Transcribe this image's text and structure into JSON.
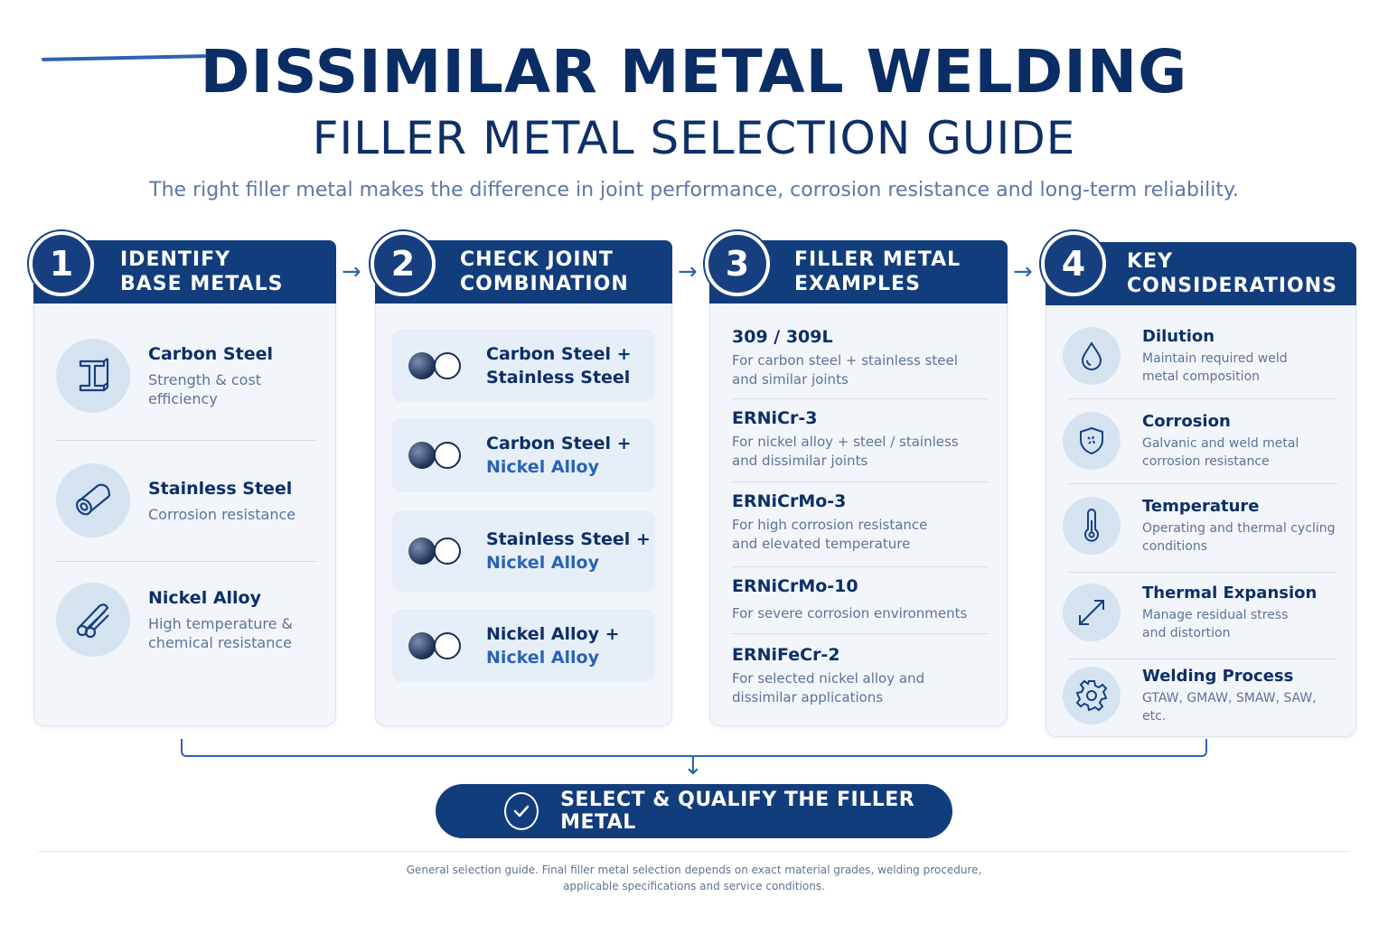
{
  "header": {
    "title": "DISSIMILAR METAL WELDING",
    "subtitle": "FILLER METAL SELECTION GUIDE",
    "tagline": "The right filler metal makes the difference in joint performance, corrosion resistance and long-term reliability."
  },
  "steps": [
    {
      "number": "1",
      "title_line1": "IDENTIFY",
      "title_line2": "BASE METALS"
    },
    {
      "number": "2",
      "title_line1": "CHECK JOINT",
      "title_line2": "COMBINATION"
    },
    {
      "number": "3",
      "title_line1": "FILLER METAL",
      "title_line2": "EXAMPLES"
    },
    {
      "number": "4",
      "title_line1": "KEY CONSIDERATIONS",
      "title_line2": ""
    }
  ],
  "base_metals": [
    {
      "name": "Carbon Steel",
      "desc1": "Strength & cost efficiency",
      "desc2": "",
      "icon": "i-beam-icon"
    },
    {
      "name": "Stainless Steel",
      "desc1": "Corrosion resistance",
      "desc2": "",
      "icon": "pipe-icon"
    },
    {
      "name": "Nickel Alloy",
      "desc1": "High temperature &",
      "desc2": "chemical resistance",
      "icon": "rods-icon"
    }
  ],
  "combinations": [
    {
      "line1": "Carbon Steel +",
      "line2": "Stainless Steel"
    },
    {
      "line1": "Carbon Steel +",
      "line2": "Nickel Alloy"
    },
    {
      "line1": "Stainless Steel +",
      "line2": "Nickel Alloy"
    },
    {
      "line1": "Nickel Alloy +",
      "line2": "Nickel Alloy"
    }
  ],
  "filler_metals": [
    {
      "name": "309 / 309L",
      "desc1": "For carbon steel + stainless steel",
      "desc2": "and similar joints"
    },
    {
      "name": "ERNiCr-3",
      "desc1": "For nickel alloy + steel / stainless",
      "desc2": "and dissimilar joints"
    },
    {
      "name": "ERNiCrMo-3",
      "desc1": "For high corrosion resistance",
      "desc2": "and elevated temperature"
    },
    {
      "name": "ERNiCrMo-10",
      "desc1": "For severe corrosion environments",
      "desc2": ""
    },
    {
      "name": "ERNiFeCr-2",
      "desc1": "For selected nickel alloy and",
      "desc2": "dissimilar applications"
    }
  ],
  "considerations": [
    {
      "name": "Dilution",
      "desc1": "Maintain required weld",
      "desc2": "metal composition",
      "icon": "droplet-icon"
    },
    {
      "name": "Corrosion",
      "desc1": "Galvanic and weld metal",
      "desc2": "corrosion resistance",
      "icon": "shield-icon"
    },
    {
      "name": "Temperature",
      "desc1": "Operating and thermal cycling",
      "desc2": "conditions",
      "icon": "thermometer-icon"
    },
    {
      "name": "Thermal Expansion",
      "desc1": "Manage residual stress",
      "desc2": "and distortion",
      "icon": "expand-arrows-icon"
    },
    {
      "name": "Welding Process",
      "desc1": "GTAW, GMAW, SMAW, SAW, etc.",
      "desc2": "",
      "icon": "gear-icon"
    }
  ],
  "cta": {
    "label": "SELECT & QUALIFY THE FILLER METAL"
  },
  "footnote": {
    "line1": "General selection guide. Final filler metal selection depends on exact material grades, welding procedure,",
    "line2": "applicable specifications and service conditions."
  },
  "colors": {
    "primary": "#123d7c",
    "accent": "#2a64b4",
    "panel": "#f2f6fb",
    "muted": "#5d7397"
  }
}
